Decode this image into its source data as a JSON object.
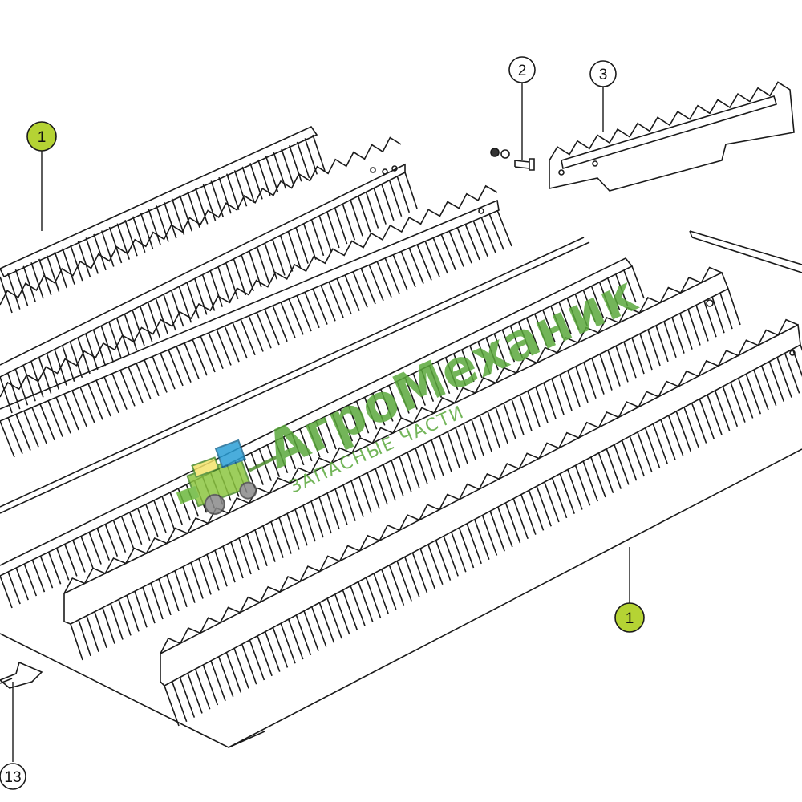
{
  "diagram": {
    "callouts": [
      {
        "id": "callout-1-top",
        "label": "1",
        "highlight": true
      },
      {
        "id": "callout-2",
        "label": "2",
        "highlight": false
      },
      {
        "id": "callout-3",
        "label": "3",
        "highlight": false
      },
      {
        "id": "callout-1-bottom",
        "label": "1",
        "highlight": true
      },
      {
        "id": "callout-13",
        "label": "13",
        "highlight": false
      }
    ],
    "colors": {
      "line": "#1a1a1a",
      "highlight": "#b5d334",
      "watermark": "#5aa83c"
    }
  },
  "watermark": {
    "title": "АгроМеханик",
    "subtitle": "ЗАПАСНЫЕ ЧАСТИ"
  }
}
